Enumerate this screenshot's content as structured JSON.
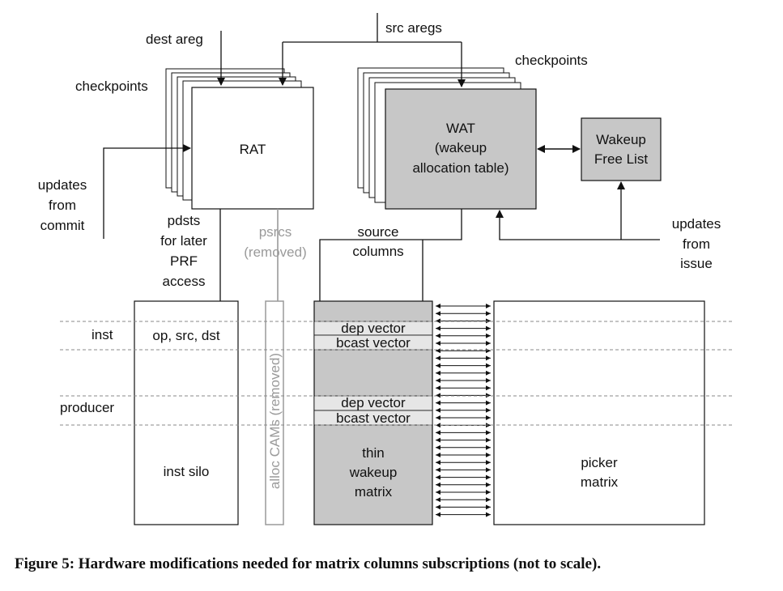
{
  "labels": {
    "dest_areg": "dest areg",
    "src_aregs": "src aregs",
    "checkpoints_left": "checkpoints",
    "checkpoints_right": "checkpoints",
    "rat": "RAT",
    "wat_line1": "WAT",
    "wat_line2": "(wakeup",
    "wat_line3": "allocation table)",
    "wakeup_free_line1": "Wakeup",
    "wakeup_free_line2": "Free List",
    "updates_commit_1": "updates",
    "updates_commit_2": "from",
    "updates_commit_3": "commit",
    "updates_issue_1": "updates",
    "updates_issue_2": "from",
    "updates_issue_3": "issue",
    "pdsts_1": "pdsts",
    "pdsts_2": "for later",
    "pdsts_3": "PRF",
    "pdsts_4": "access",
    "psrcs_1": "psrcs",
    "psrcs_2": "(removed)",
    "source_1": "source",
    "source_2": "columns",
    "inst": "inst",
    "producer": "producer",
    "op_src_dst": "op, src, dst",
    "inst_silo": "inst silo",
    "alloc_cams": "alloc CAMs (removed)",
    "dep_vector_1": "dep vector",
    "bcast_vector_1": "bcast vector",
    "dep_vector_2": "dep vector",
    "bcast_vector_2": "bcast vector",
    "thin_1": "thin",
    "thin_2": "wakeup",
    "thin_3": "matrix",
    "picker_1": "picker",
    "picker_2": "matrix"
  },
  "caption": "Figure 5: Hardware modifications needed for matrix columns subscriptions (not to scale).",
  "colors": {
    "box_grey": "#c7c7c7",
    "stripe_grey": "#e6e6e6",
    "removed_grey": "#9a9a9a",
    "line": "#111111"
  }
}
